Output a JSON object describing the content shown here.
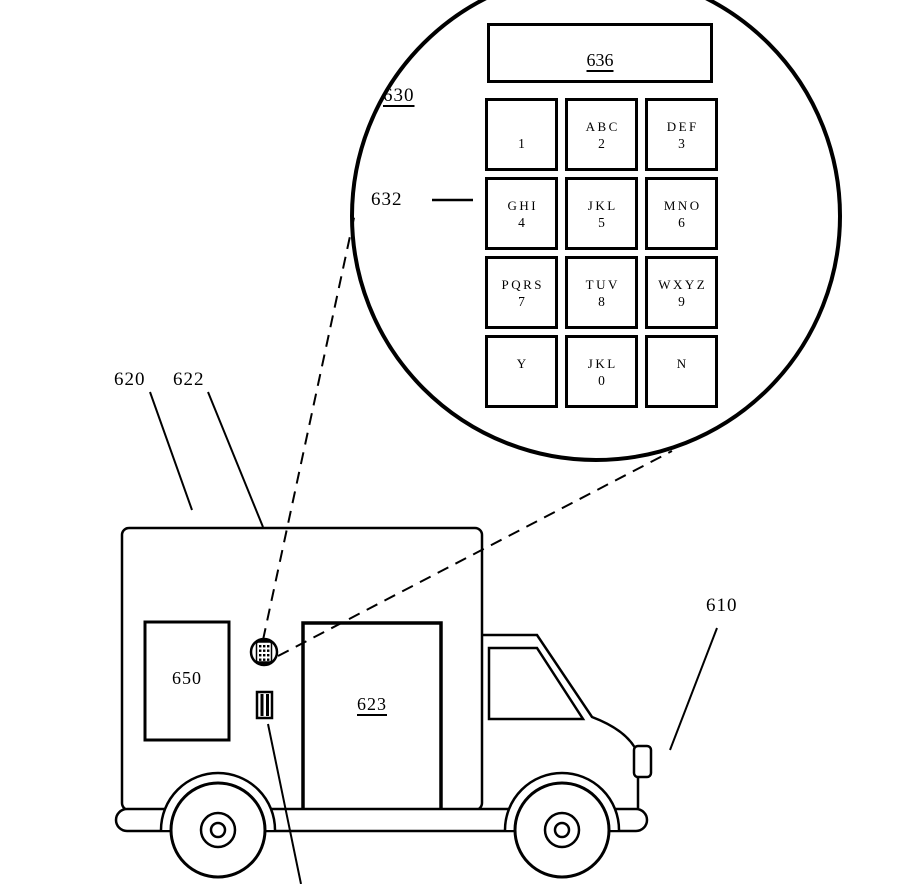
{
  "figure": {
    "magnified_view": {
      "circle_label": "630",
      "keypad_label": "632",
      "display_label": "636",
      "keys": [
        {
          "letters": "",
          "digit": "1"
        },
        {
          "letters": "ABC",
          "digit": "2"
        },
        {
          "letters": "DEF",
          "digit": "3"
        },
        {
          "letters": "GHI",
          "digit": "4"
        },
        {
          "letters": "JKL",
          "digit": "5"
        },
        {
          "letters": "MNO",
          "digit": "6"
        },
        {
          "letters": "PQRS",
          "digit": "7"
        },
        {
          "letters": "TUV",
          "digit": "8"
        },
        {
          "letters": "WXYZ",
          "digit": "9"
        },
        {
          "letters": "Y",
          "digit": ""
        },
        {
          "letters": "JKL",
          "digit": "0"
        },
        {
          "letters": "N",
          "digit": ""
        }
      ]
    },
    "truck": {
      "truck_label": "610",
      "body_label": "620",
      "side_label": "622",
      "door_label": "623",
      "panel_label": "650"
    },
    "colors": {
      "ink": "#000000",
      "background": "#ffffff"
    }
  }
}
